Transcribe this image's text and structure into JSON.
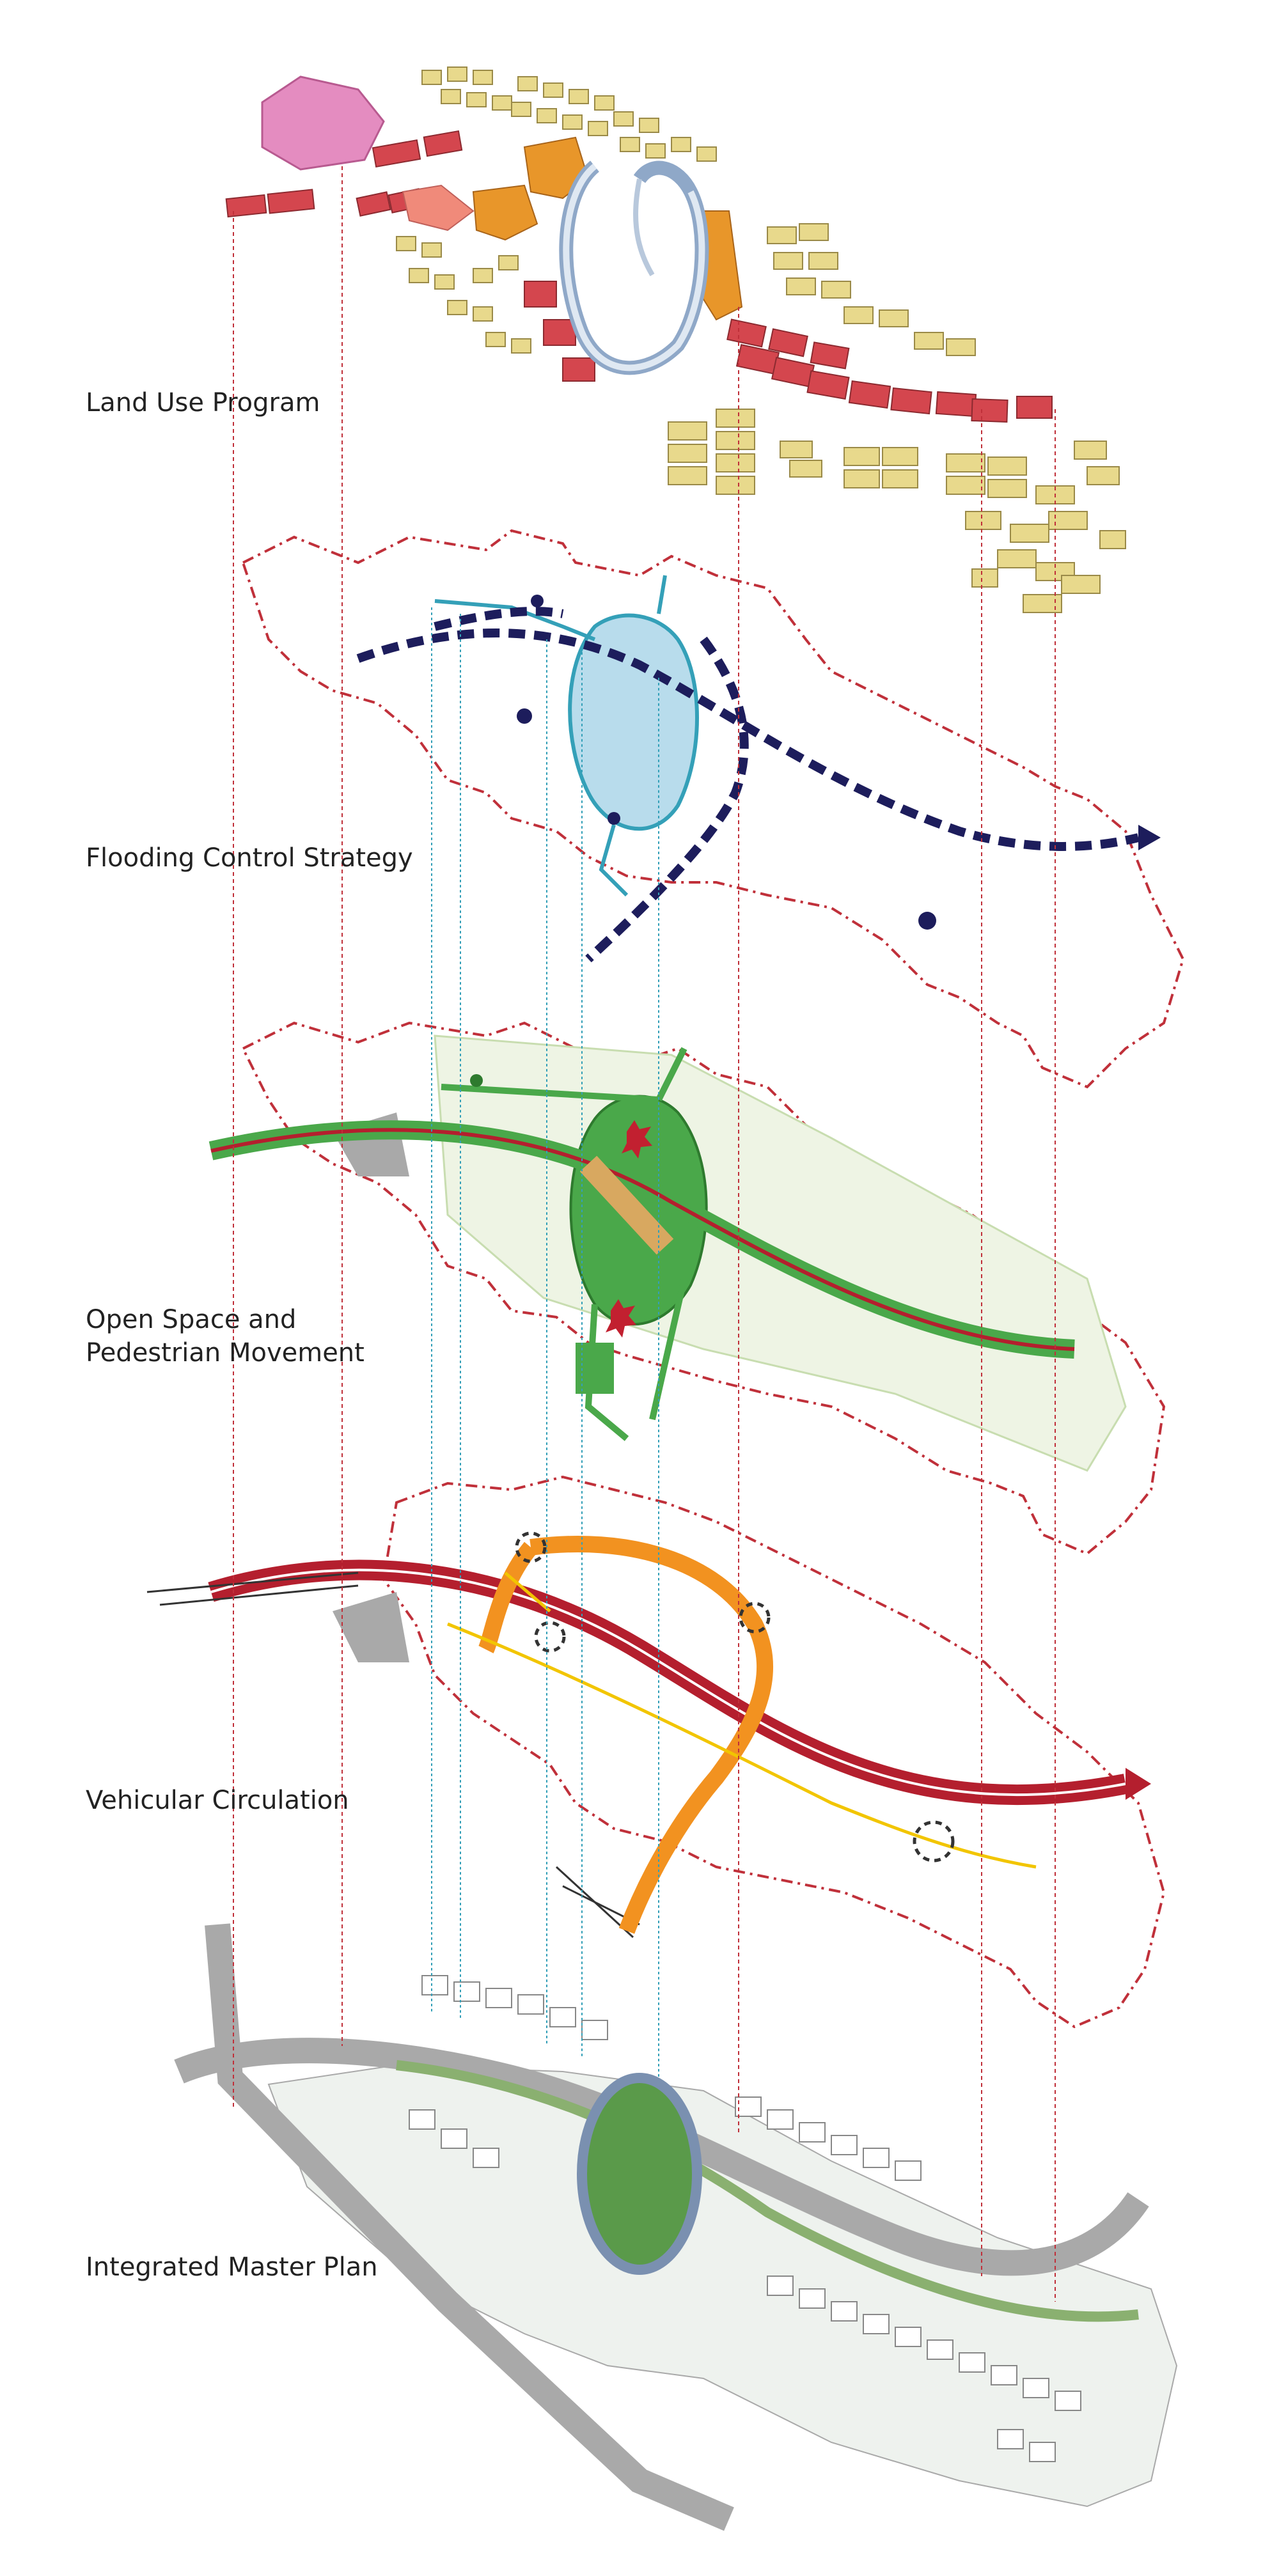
{
  "diagram": {
    "layers": [
      {
        "id": "land-use",
        "label": "Land Use Program"
      },
      {
        "id": "flooding",
        "label": "Flooding Control Strategy"
      },
      {
        "id": "open-space",
        "label_line1": "Open Space and",
        "label_line2": "Pedestrian Movement"
      },
      {
        "id": "vehicular",
        "label": "Vehicular Circulation"
      },
      {
        "id": "master-plan",
        "label": "Integrated Master Plan"
      }
    ]
  },
  "colors": {
    "boundary_red": "#c0303a",
    "flood_navy": "#1d1d5c",
    "flood_cyan": "#34a0b8",
    "water_fill": "#b8dcec",
    "park_green": "#4aa84a",
    "light_green": "#c8ddb0",
    "highway_red": "#b41f2e",
    "road_orange": "#f29220",
    "road_yellow": "#f2c500",
    "residential_tan": "#e8d98c",
    "commercial_red": "#d4464e",
    "mixed_orange": "#e8962a",
    "civic_pink": "#e48cc0",
    "plan_gray": "#a9a9a9"
  },
  "icons": [
    "cross-marker-icon",
    "roundabout-icon",
    "arrow-head-icon"
  ]
}
